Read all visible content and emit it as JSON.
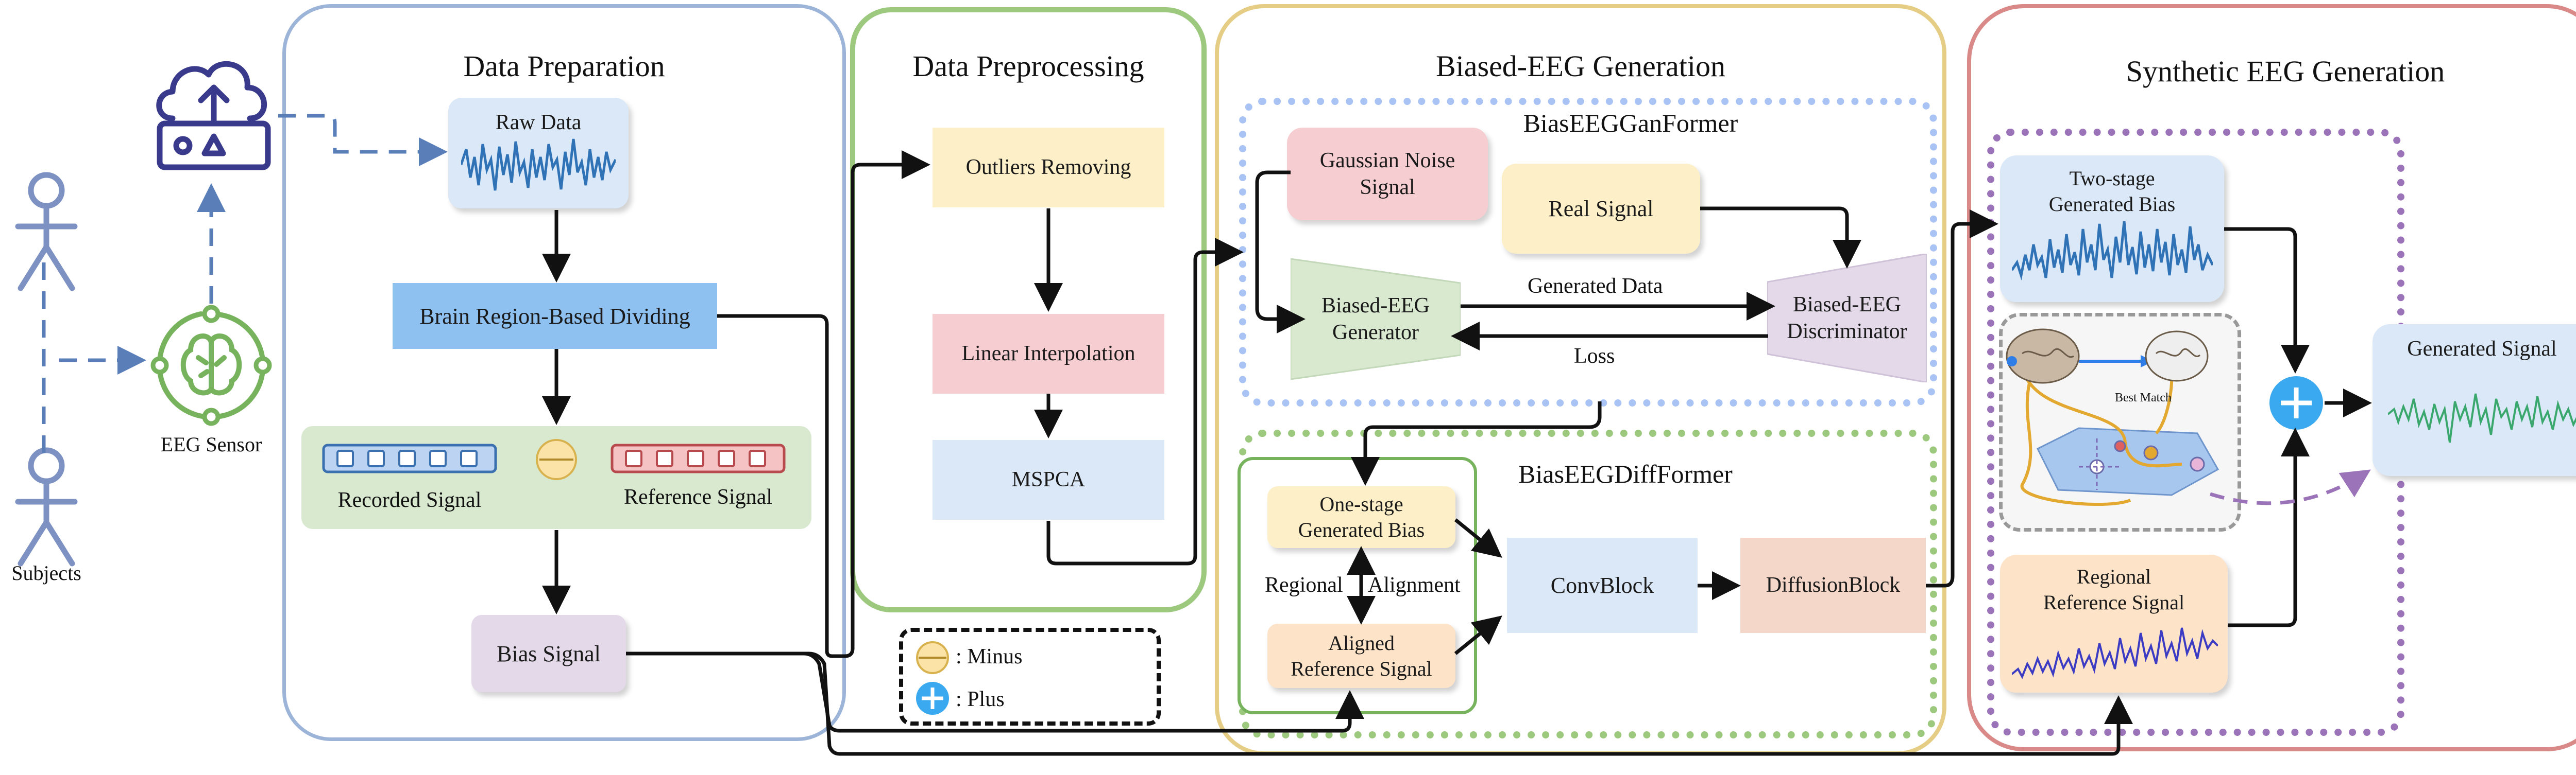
{
  "subjects_label": "Subjects",
  "sensor_label": "EEG Sensor",
  "data_preparation": {
    "title": "Data Preparation",
    "raw_data": "Raw Data",
    "dividing": "Brain Region-Based Dividing",
    "recorded_signal": "Recorded Signal",
    "reference_signal": "Reference Signal",
    "bias_signal": "Bias Signal"
  },
  "data_preprocessing": {
    "title": "Data Preprocessing",
    "outliers": "Outliers Removing",
    "interpolation": "Linear Interpolation",
    "mspca": "MSPCA"
  },
  "legend": {
    "minus": ": Minus",
    "plus": ": Plus"
  },
  "biased_generation": {
    "title": "Biased-EEG Generation",
    "ganformer": {
      "title": "BiasEEGGanFormer",
      "noise_line1": "Gaussian Noise",
      "noise_line2": "Signal",
      "real_signal": "Real Signal",
      "generator_line1": "Biased-EEG",
      "generator_line2": "Generator",
      "discriminator_line1": "Biased-EEG",
      "discriminator_line2": "Discriminator",
      "generated_data": "Generated Data",
      "loss": "Loss"
    },
    "diffformer": {
      "title": "BiasEEGDiffFormer",
      "one_stage_line1": "One-stage",
      "one_stage_line2": "Generated Bias",
      "regional": "Regional",
      "alignment": "Alignment",
      "aligned_line1": "Aligned",
      "aligned_line2": "Reference Signal",
      "conv_block": "ConvBlock",
      "diffusion_block": "DiffusionBlock"
    }
  },
  "synthetic_generation": {
    "title": "Synthetic EEG Generation",
    "two_stage_line1": "Two-stage",
    "two_stage_line2": "Generated Bias",
    "best_match": "Best Match",
    "regional_ref_line1": "Regional",
    "regional_ref_line2": "Reference  Signal",
    "generated_signal": "Generated Signal"
  },
  "colors": {
    "prep_border": "#9db4d9",
    "preproc_border": "#9cc97e",
    "biased_border": "#e5cd86",
    "synthetic_border": "#d98a88",
    "blue_box": "#dbe8f8",
    "dividing_box": "#8ec0f0",
    "yellow_box": "#fdf0c8",
    "red_box": "#f6cdd0",
    "purple_box": "#e3d9e9",
    "green_box": "#d8e9d0",
    "peach_box": "#fde3c8",
    "salmon_box": "#f4d7c8",
    "icon_navy": "#3a3a8c",
    "icon_green": "#76b35c",
    "person_blue": "#7d92c2",
    "signal_blue": "#2f72b5",
    "signal_green": "#3aa76d",
    "signal_purple": "#3b3bc4",
    "plus_blue": "#3aa9ef"
  }
}
